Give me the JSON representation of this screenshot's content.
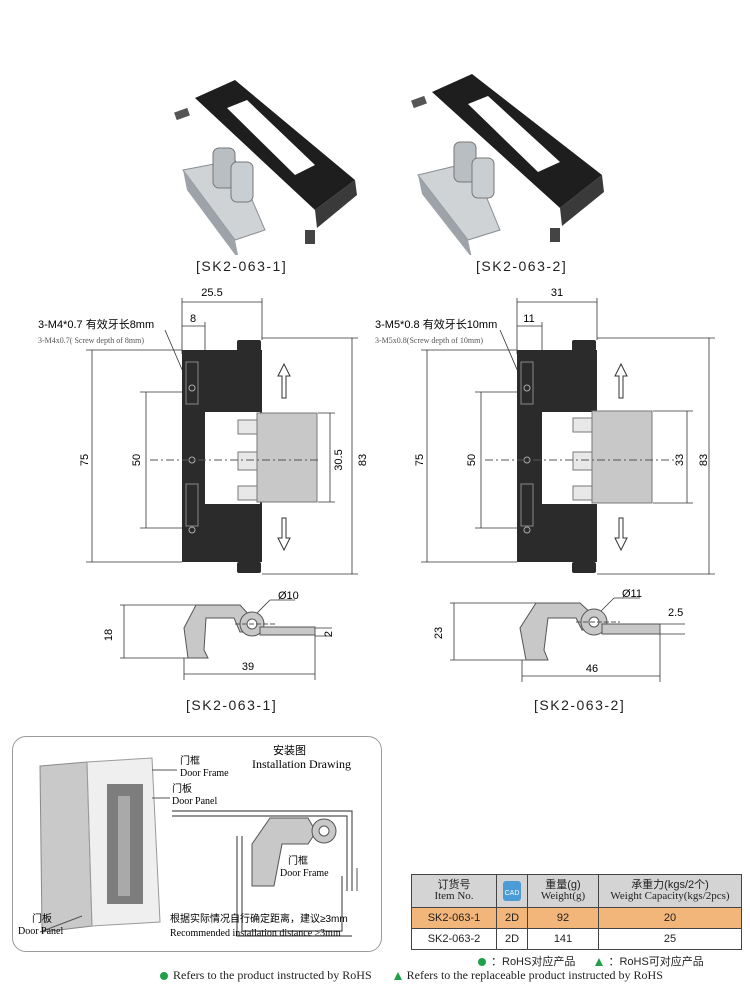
{
  "products": [
    {
      "code": "[SK2-063-1]",
      "thread_cn": "3-M4*0.7 有效牙长8mm",
      "thread_en": "3-M4x0.7( Screw depth of 8mm)",
      "dim_width": "25.5",
      "dim_offset": "8",
      "dim_height_total": "83",
      "dim_height_body": "75",
      "dim_hole_pitch": "50",
      "dim_leaf": "30.5",
      "dim_diameter": "Ø10",
      "dim_side_height": "18",
      "dim_thickness": "2",
      "dim_side_length": "39"
    },
    {
      "code": "[SK2-063-2]",
      "thread_cn": "3-M5*0.8 有效牙长10mm",
      "thread_en": "3-M5x0.8(Screw depth of 10mm)",
      "dim_width": "31",
      "dim_offset": "11",
      "dim_height_total": "83",
      "dim_height_body": "75",
      "dim_hole_pitch": "50",
      "dim_leaf": "33",
      "dim_diameter": "Ø11",
      "dim_side_height": "23",
      "dim_thickness": "2.5",
      "dim_side_length": "46"
    }
  ],
  "installation": {
    "title_cn": "安装图",
    "title_en": "Installation Drawing",
    "door_frame_cn": "门框",
    "door_frame_en": "Door Frame",
    "door_panel_cn": "门板",
    "door_panel_en": "Door Panel",
    "door_frame2_cn": "门框",
    "door_frame2_en": "Door Frame",
    "door_panel2_cn": "门板",
    "door_panel2_en": "Door Panel",
    "note_cn": "根据实际情况自行确定距离，建议≥3mm",
    "note_en": "Recommended installation distance ≥3mm"
  },
  "table": {
    "headers": {
      "item_cn": "订货号",
      "item_en": "Item No.",
      "cad": "CAD",
      "weight_cn": "重量(g)",
      "weight_en": "Weight(g)",
      "capacity_cn": "承重力(kgs/2个)",
      "capacity_en": "Weight Capacity(kgs/2pcs)"
    },
    "rows": [
      {
        "item": "SK2-063-1",
        "cad": "2D",
        "weight": "92",
        "capacity": "20"
      },
      {
        "item": "SK2-063-2",
        "cad": "2D",
        "weight": "141",
        "capacity": "25"
      }
    ]
  },
  "legend": {
    "rohs_cn": "：RoHS对应产品",
    "replace_cn": "：RoHS可对应产品",
    "rohs_en": "Refers to the product instructed by RoHS",
    "replace_en": "Refers to the replaceable product instructed by RoHS"
  },
  "colors": {
    "accent_green": "#1fa049",
    "highlight_row": "#f2b57a",
    "header_gray": "#d4d4d4",
    "hinge_black": "#2b2b2b",
    "leaf_gray": "#c8c8c8"
  }
}
